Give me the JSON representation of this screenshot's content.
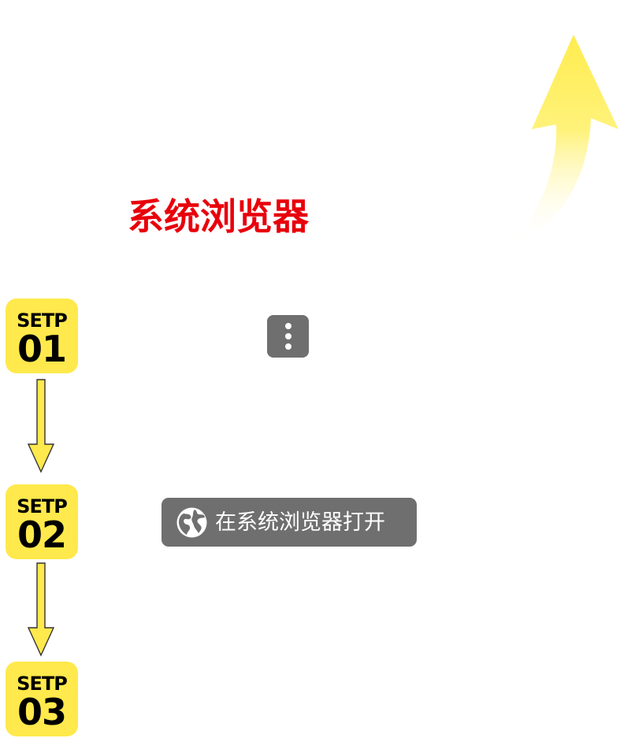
{
  "title": "系统浏览器",
  "steps": [
    {
      "label": "SETP",
      "number": "01"
    },
    {
      "label": "SETP",
      "number": "02"
    },
    {
      "label": "SETP",
      "number": "03"
    }
  ],
  "open_button": {
    "label": "在系统浏览器打开",
    "icon": "globe-icon"
  },
  "more_button": {
    "icon": "more-vertical-icon"
  },
  "colors": {
    "title": "#e8000b",
    "step_badge": "#ffe94c",
    "button_bg": "#6f6f6f",
    "up_arrow": "#fff06a"
  }
}
